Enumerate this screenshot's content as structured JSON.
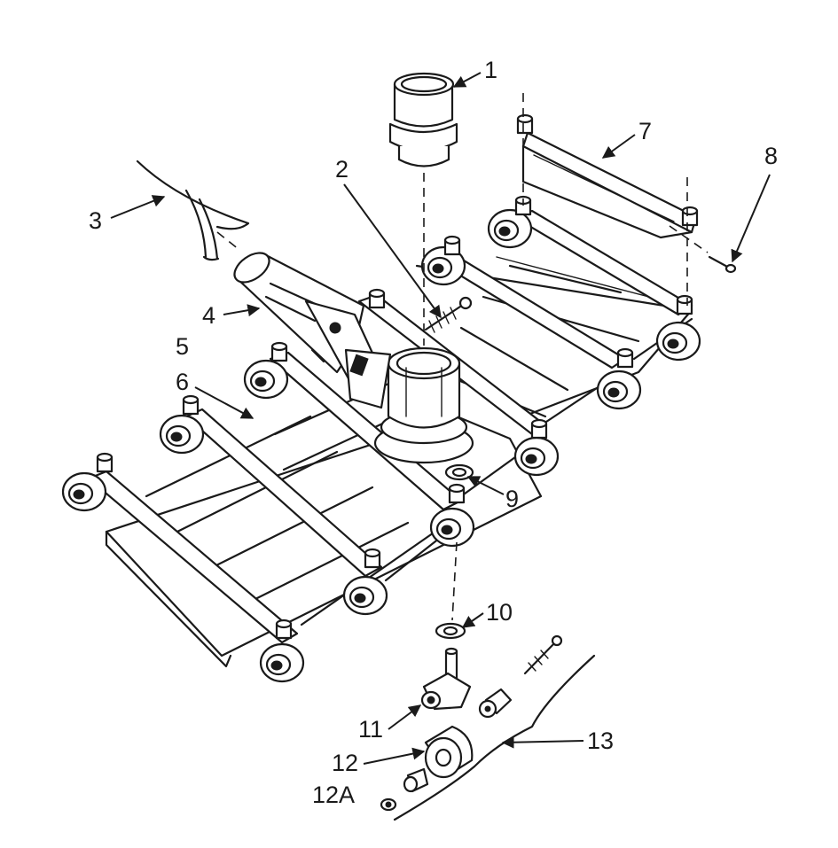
{
  "colors": {
    "ink": "#1a1a1a",
    "paper": "#ffffff"
  },
  "callouts": {
    "c1": "1",
    "c2": "2",
    "c3": "3",
    "c4": "4",
    "c5": "5",
    "c6": "6",
    "c7": "7",
    "c8": "8",
    "c9": "9",
    "c10": "10",
    "c11": "11",
    "c12": "12",
    "c12a": "12A",
    "c13": "13"
  }
}
